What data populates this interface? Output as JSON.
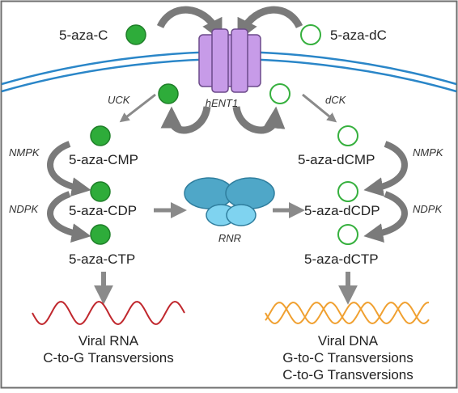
{
  "colors": {
    "frame": "#6e6e6e",
    "membrane": "#2a86c8",
    "filled_node": "#2eac3a",
    "open_node": "#36b03e",
    "transporter": "#c79be8",
    "rnr_large": "#4fa7c8",
    "rnr_small": "#7fd3f0",
    "arrow": "#8a8a8a",
    "rna_wave": "#c0272d",
    "dna_wave": "#f0a030"
  },
  "nodes": {
    "aza_c": "5-aza-C",
    "aza_dc": "5-aza-dC",
    "aza_cmp": "5-aza-CMP",
    "aza_cdp": "5-aza-CDP",
    "aza_ctp": "5-aza-CTP",
    "aza_dcmp": "5-aza-dCMP",
    "aza_dcdp": "5-aza-dCDP",
    "aza_dctp": "5-aza-dCTP"
  },
  "enzymes": {
    "transporter": "hENT1",
    "uck": "UCK",
    "dck": "dCK",
    "nmpk_left": "NMPK",
    "ndpk_left": "NDPK",
    "nmpk_right": "NMPK",
    "ndpk_right": "NDPK",
    "rnr": "RNR"
  },
  "outcomes": {
    "rna_title": "Viral RNA",
    "rna_line1": "C-to-G Transversions",
    "dna_title": "Viral DNA",
    "dna_line1": "G-to-C Transversions",
    "dna_line2": "C-to-G Transversions"
  }
}
